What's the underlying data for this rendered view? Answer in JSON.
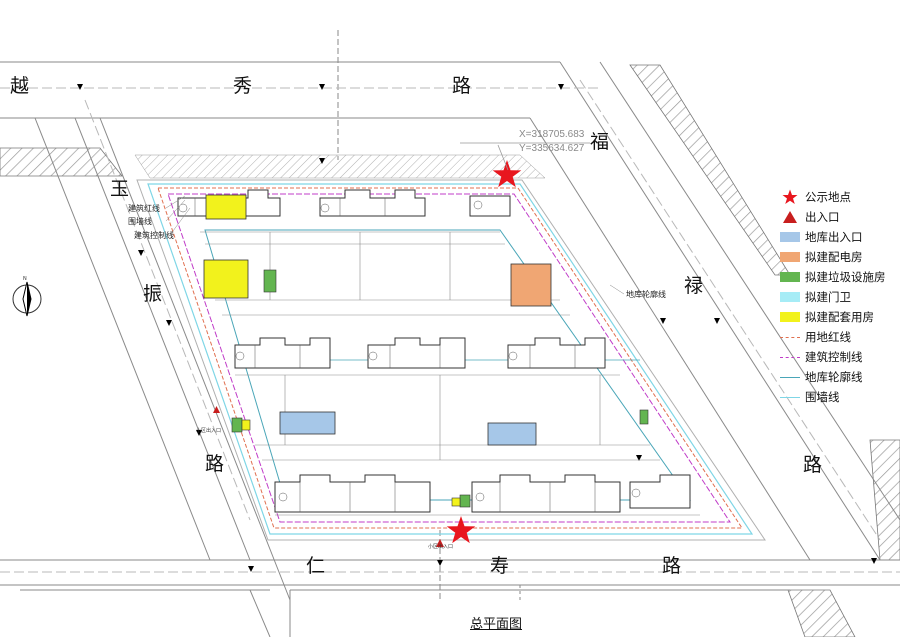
{
  "roads": {
    "yuexiu": [
      "越",
      "秀",
      "路"
    ],
    "fulu": [
      "福",
      "禄",
      "路"
    ],
    "yuzhen": [
      "玉",
      "振",
      "路"
    ],
    "renshou": [
      "仁",
      "寿",
      "路"
    ]
  },
  "coordinates": {
    "x": "X=318705.683",
    "y": "Y=335634.627"
  },
  "plan_labels": {
    "hongxian": "建筑红线",
    "weiqiang": "围墙线",
    "kongzhi": "建筑控制线",
    "dikulunkuo": "地库轮廓线",
    "entrance": "小区出入口"
  },
  "colors": {
    "public_star": "#e8161e",
    "entrance": "#c81e1e",
    "garage": "#a6c7e8",
    "substation": "#f0a673",
    "garbage": "#63b550",
    "guard": "#a6ecf6",
    "support": "#f2f21c",
    "red_line": "#e07050",
    "control_line": "#c03cc8",
    "basement_line": "#4aa6b8",
    "wall_line": "#7fd6e6"
  },
  "legend": [
    {
      "label": "公示地点",
      "kind": "star",
      "color": "#e8161e"
    },
    {
      "label": "出入口",
      "kind": "triangle",
      "color": "#c81e1e"
    },
    {
      "label": "地库出入口",
      "kind": "swatch",
      "color": "#a6c7e8"
    },
    {
      "label": "拟建配电房",
      "kind": "swatch",
      "color": "#f0a673"
    },
    {
      "label": "拟建垃圾设施房",
      "kind": "swatch",
      "color": "#63b550"
    },
    {
      "label": "拟建门卫",
      "kind": "swatch",
      "color": "#a6ecf6"
    },
    {
      "label": "拟建配套用房",
      "kind": "swatch",
      "color": "#f2f21c"
    },
    {
      "label": "用地红线",
      "kind": "dashed",
      "color": "#e07050"
    },
    {
      "label": "建筑控制线",
      "kind": "dashed",
      "color": "#c03cc8"
    },
    {
      "label": "地库轮廓线",
      "kind": "solid",
      "color": "#4aa6b8"
    },
    {
      "label": "围墙线",
      "kind": "solid",
      "color": "#7fd6e6"
    }
  ],
  "title": "总平面图"
}
